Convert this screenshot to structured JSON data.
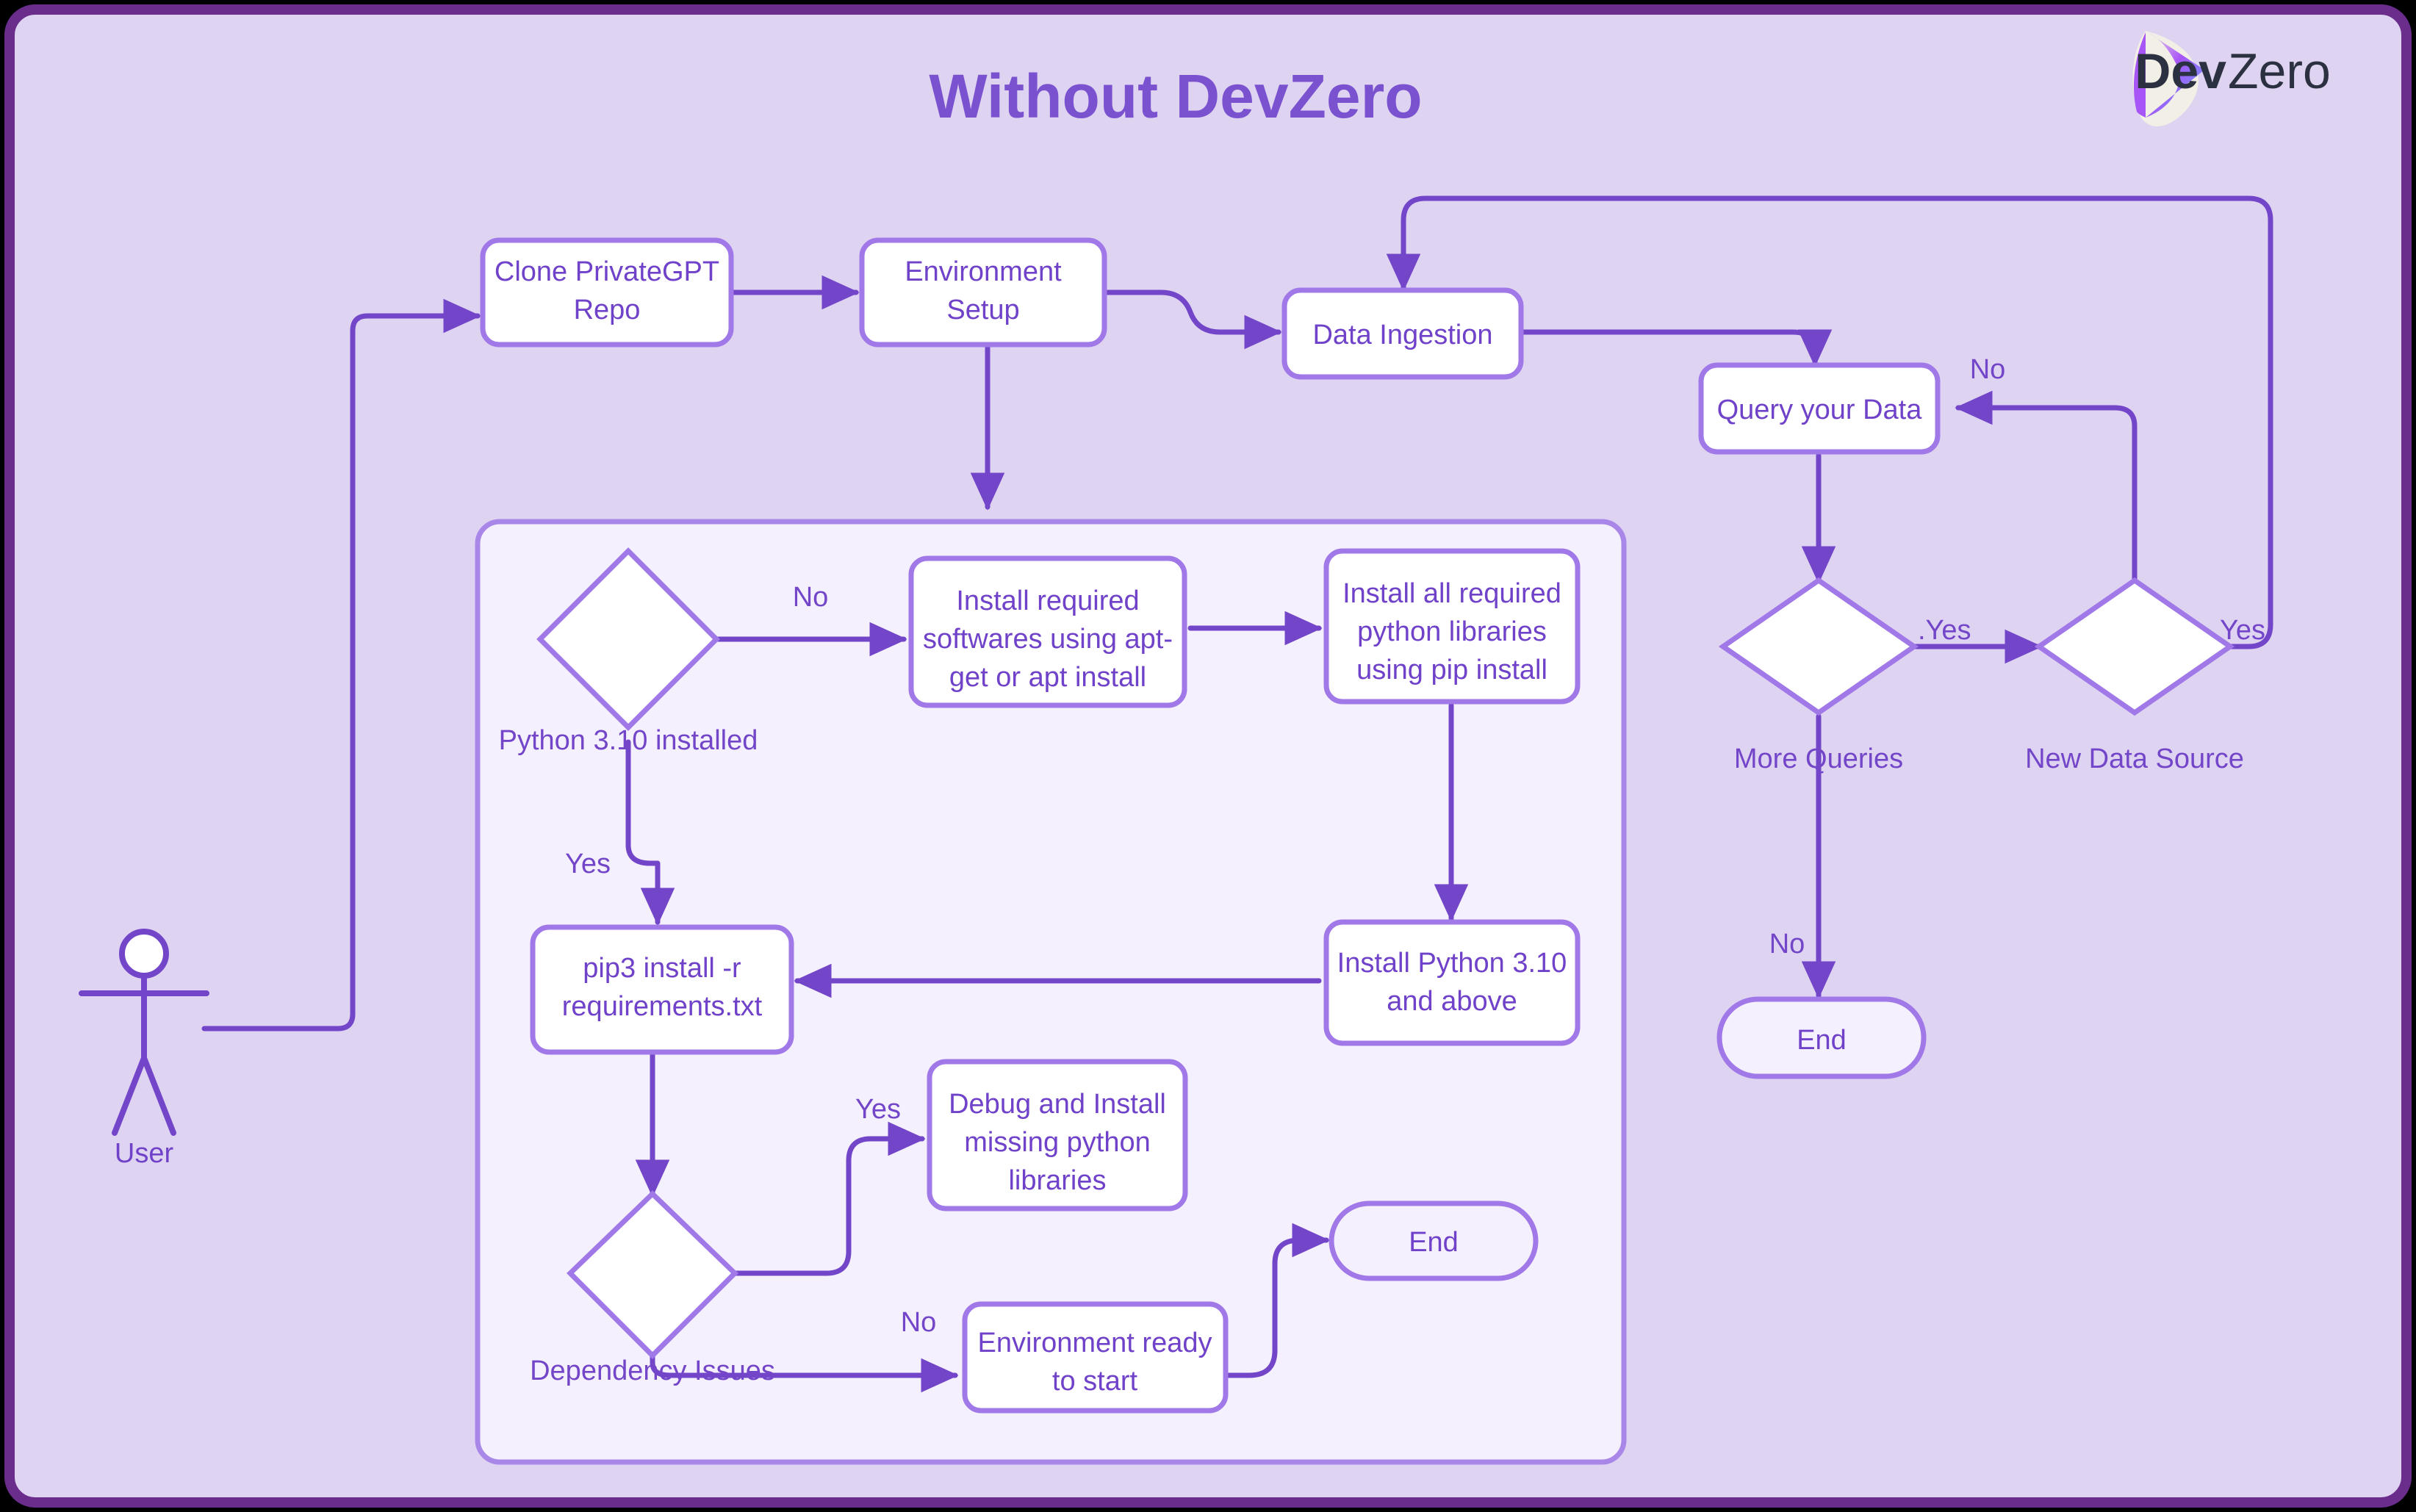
{
  "page": {
    "title": "Without DevZero",
    "background_color": "#dfd3f2",
    "border_color": "#6b2d8c",
    "accent_color": "#7a52cf",
    "node_border_color": "#a078e8",
    "node_fill_color": "#ffffff",
    "edge_color": "#7346c9",
    "subgraph_fill_color": "#f5f0fd",
    "subgraph_border_color": "#a987e8"
  },
  "brand": {
    "name_bold": "Dev",
    "name_light": "Zero",
    "logo_icon": "devzero-leaf-icon"
  },
  "actor": {
    "label": "User"
  },
  "nodes": {
    "clone_repo": "Clone PrivateGPT Repo",
    "environment_setup": "Environment Setup",
    "data_ingestion": "Data Ingestion",
    "query_data": "Query your Data",
    "more_queries": "More Queries",
    "new_data_source": "New Data Source",
    "end_right": "End",
    "python_installed": "Python 3.10 installed",
    "install_softwares": "Install required softwares using apt-get or apt install",
    "install_python_libs": "Install all required python libraries using pip install",
    "install_python310": "Install Python 3.10 and above",
    "pip3_install": "pip3 install -r requirements.txt",
    "dependency_issues": "Dependency Issues",
    "debug_install": "Debug and Install missing python libraries",
    "environment_ready": "Environment ready to start",
    "end_bottom": "End"
  },
  "node_lines": {
    "clone_repo": [
      "Clone PrivateGPT",
      "Repo"
    ],
    "environment_setup": [
      "Environment",
      "Setup"
    ],
    "install_softwares": [
      "Install required",
      "softwares using apt-",
      "get or apt install"
    ],
    "install_python_libs": [
      "Install all required",
      "python libraries",
      "using pip install"
    ],
    "install_python310": [
      "Install Python 3.10",
      "and above"
    ],
    "pip3_install": [
      "pip3 install -r",
      "requirements.txt"
    ],
    "debug_install": [
      "Debug and Install",
      "missing python",
      "libraries"
    ],
    "environment_ready": [
      "Environment ready",
      "to start"
    ]
  },
  "edge_labels": {
    "python_no": "No",
    "python_yes": "Yes",
    "dep_yes": "Yes",
    "dep_no": "No",
    "more_queries_yes": ".Yes",
    "more_queries_no": "No",
    "new_source_yes": "Yes",
    "new_source_no": "No"
  },
  "chart_data": {
    "type": "diagram",
    "diagram_kind": "flowchart",
    "title": "Without DevZero",
    "nodes": [
      {
        "id": "user",
        "label": "User",
        "shape": "actor"
      },
      {
        "id": "clone",
        "label": "Clone PrivateGPT Repo",
        "shape": "rounded-rect"
      },
      {
        "id": "envsetup",
        "label": "Environment Setup",
        "shape": "rounded-rect"
      },
      {
        "id": "ingest",
        "label": "Data Ingestion",
        "shape": "rounded-rect"
      },
      {
        "id": "query",
        "label": "Query your Data",
        "shape": "rounded-rect"
      },
      {
        "id": "morequeries",
        "label": "More Queries",
        "shape": "diamond"
      },
      {
        "id": "newsource",
        "label": "New Data Source",
        "shape": "diamond"
      },
      {
        "id": "endright",
        "label": "End",
        "shape": "stadium"
      },
      {
        "id": "py310",
        "label": "Python 3.10 installed",
        "shape": "diamond"
      },
      {
        "id": "aptget",
        "label": "Install required softwares using apt-get or apt install",
        "shape": "rounded-rect"
      },
      {
        "id": "piplibs",
        "label": "Install all required python libraries using pip install",
        "shape": "rounded-rect"
      },
      {
        "id": "instpy",
        "label": "Install Python 3.10 and above",
        "shape": "rounded-rect"
      },
      {
        "id": "pip3",
        "label": "pip3 install -r requirements.txt",
        "shape": "rounded-rect"
      },
      {
        "id": "depissues",
        "label": "Dependency Issues",
        "shape": "diamond"
      },
      {
        "id": "debug",
        "label": "Debug and Install missing python libraries",
        "shape": "rounded-rect"
      },
      {
        "id": "envready",
        "label": "Environment ready to start",
        "shape": "rounded-rect"
      },
      {
        "id": "endbottom",
        "label": "End",
        "shape": "stadium"
      }
    ],
    "edges": [
      {
        "from": "user",
        "to": "clone",
        "label": ""
      },
      {
        "from": "clone",
        "to": "envsetup",
        "label": ""
      },
      {
        "from": "envsetup",
        "to": "ingest",
        "label": ""
      },
      {
        "from": "envsetup",
        "to": "py310",
        "label": ""
      },
      {
        "from": "ingest",
        "to": "query",
        "label": ""
      },
      {
        "from": "query",
        "to": "morequeries",
        "label": ""
      },
      {
        "from": "morequeries",
        "to": "newsource",
        "label": ".Yes"
      },
      {
        "from": "morequeries",
        "to": "endright",
        "label": "No"
      },
      {
        "from": "newsource",
        "to": "query",
        "label": "No"
      },
      {
        "from": "newsource",
        "to": "ingest",
        "label": "Yes"
      },
      {
        "from": "py310",
        "to": "aptget",
        "label": "No"
      },
      {
        "from": "py310",
        "to": "pip3",
        "label": "Yes"
      },
      {
        "from": "aptget",
        "to": "piplibs",
        "label": ""
      },
      {
        "from": "piplibs",
        "to": "instpy",
        "label": ""
      },
      {
        "from": "instpy",
        "to": "pip3",
        "label": ""
      },
      {
        "from": "pip3",
        "to": "depissues",
        "label": ""
      },
      {
        "from": "depissues",
        "to": "debug",
        "label": "Yes"
      },
      {
        "from": "depissues",
        "to": "envready",
        "label": "No"
      },
      {
        "from": "envready",
        "to": "endbottom",
        "label": ""
      }
    ],
    "subgraph": {
      "label": "",
      "contains": [
        "py310",
        "aptget",
        "piplibs",
        "instpy",
        "pip3",
        "depissues",
        "debug",
        "envready",
        "endbottom"
      ]
    }
  }
}
